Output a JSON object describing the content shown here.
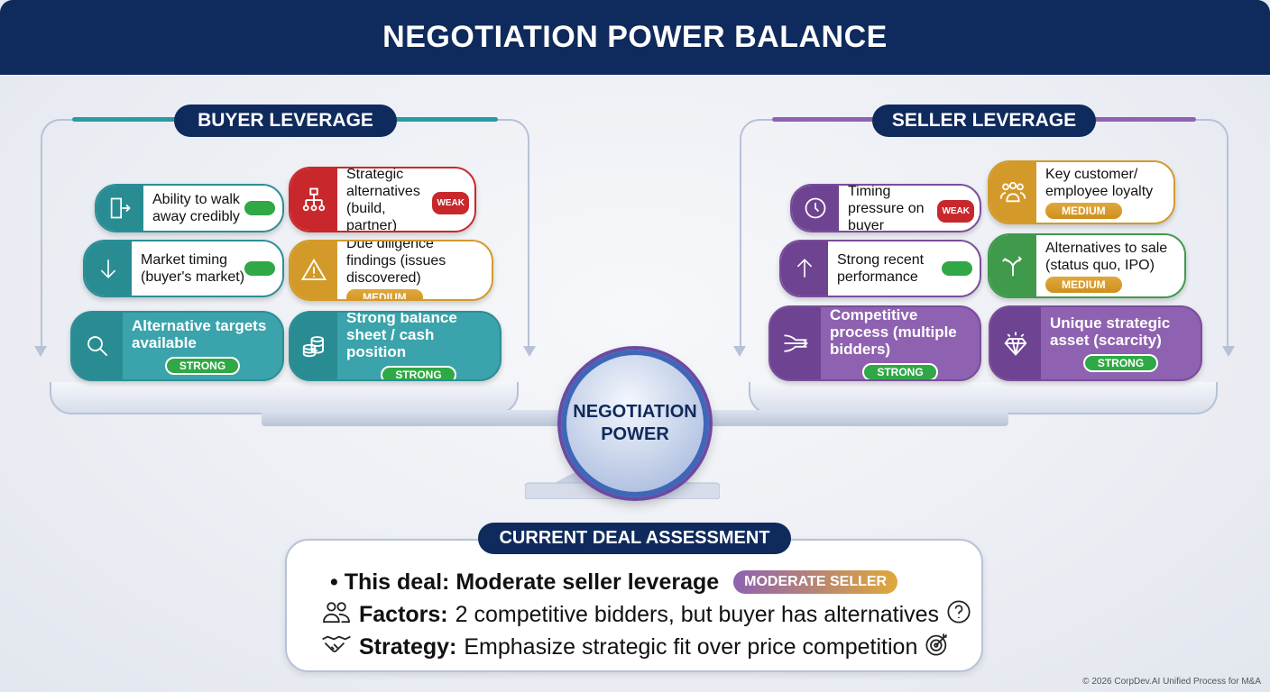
{
  "title": "NEGOTIATION POWER BALANCE",
  "buyer": {
    "label": "BUYER LEVERAGE",
    "accent": "#2a9aa3",
    "cards": [
      {
        "text": "Ability to walk away credibly",
        "icon": "exit-door-icon",
        "rating": "green-indicator"
      },
      {
        "text": "Strategic alternatives (build, partner)",
        "icon": "org-chart-icon",
        "rating": "WEAK"
      },
      {
        "text": "Market timing (buyer's market)",
        "icon": "arrow-down-icon",
        "rating": "green-indicator"
      },
      {
        "text": "Due diligence findings (issues discovered)",
        "icon": "warning-icon",
        "rating": "MEDIUM"
      },
      {
        "text": "Alternative targets available",
        "icon": "magnifier-icon",
        "rating": "STRONG"
      },
      {
        "text": "Strong balance sheet / cash position",
        "icon": "coins-icon",
        "rating": "STRONG"
      }
    ]
  },
  "seller": {
    "label": "SELLER LEVERAGE",
    "accent": "#8e62b0",
    "cards": [
      {
        "text": "Timing pressure on buyer",
        "icon": "clock-icon",
        "rating": "WEAK"
      },
      {
        "text": "Key customer/ employee loyalty",
        "icon": "people-icon",
        "rating": "MEDIUM"
      },
      {
        "text": "Strong recent performance",
        "icon": "arrow-up-icon",
        "rating": "green-indicator"
      },
      {
        "text": "Alternatives to sale (status quo, IPO)",
        "icon": "split-arrow-icon",
        "rating": "MEDIUM"
      },
      {
        "text": "Competitive process (multiple bidders)",
        "icon": "arrows-icon",
        "rating": "STRONG"
      },
      {
        "text": "Unique strategic asset (scarcity)",
        "icon": "diamond-icon",
        "rating": "STRONG"
      }
    ]
  },
  "hub": {
    "line1": "NEGOTIATION",
    "line2": "POWER"
  },
  "assessment": {
    "label": "CURRENT DEAL ASSESSMENT",
    "deal": "• This deal: Moderate seller leverage",
    "badge": "MODERATE SELLER",
    "factors_label": "Factors:",
    "factors": "2 competitive bidders, but buyer has alternatives",
    "strategy_label": "Strategy:",
    "strategy": "Emphasize strategic fit over price competition"
  },
  "footer": "© 2026 CorpDev.AI Unified Process for M&A"
}
